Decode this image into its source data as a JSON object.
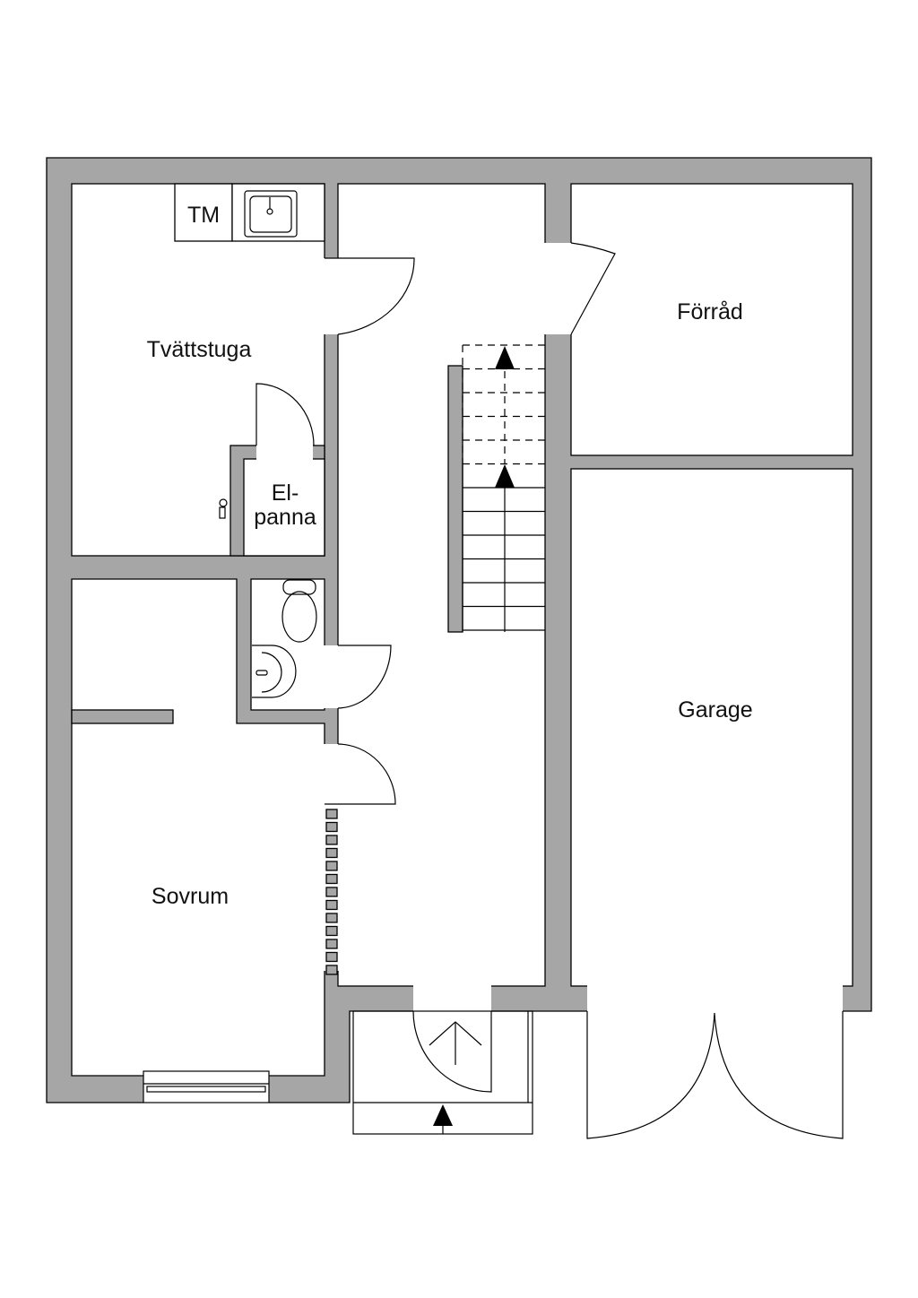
{
  "plan": {
    "rooms": {
      "laundry": "Tvättstuga",
      "storage": "Förråd",
      "boiler_line1": "El-",
      "boiler_line2": "panna",
      "garage": "Garage",
      "bedroom": "Sovrum"
    },
    "fixtures": {
      "washer": "TM"
    },
    "colors": {
      "wall": "#a6a6a6",
      "line": "#000000",
      "background": "#ffffff"
    }
  }
}
